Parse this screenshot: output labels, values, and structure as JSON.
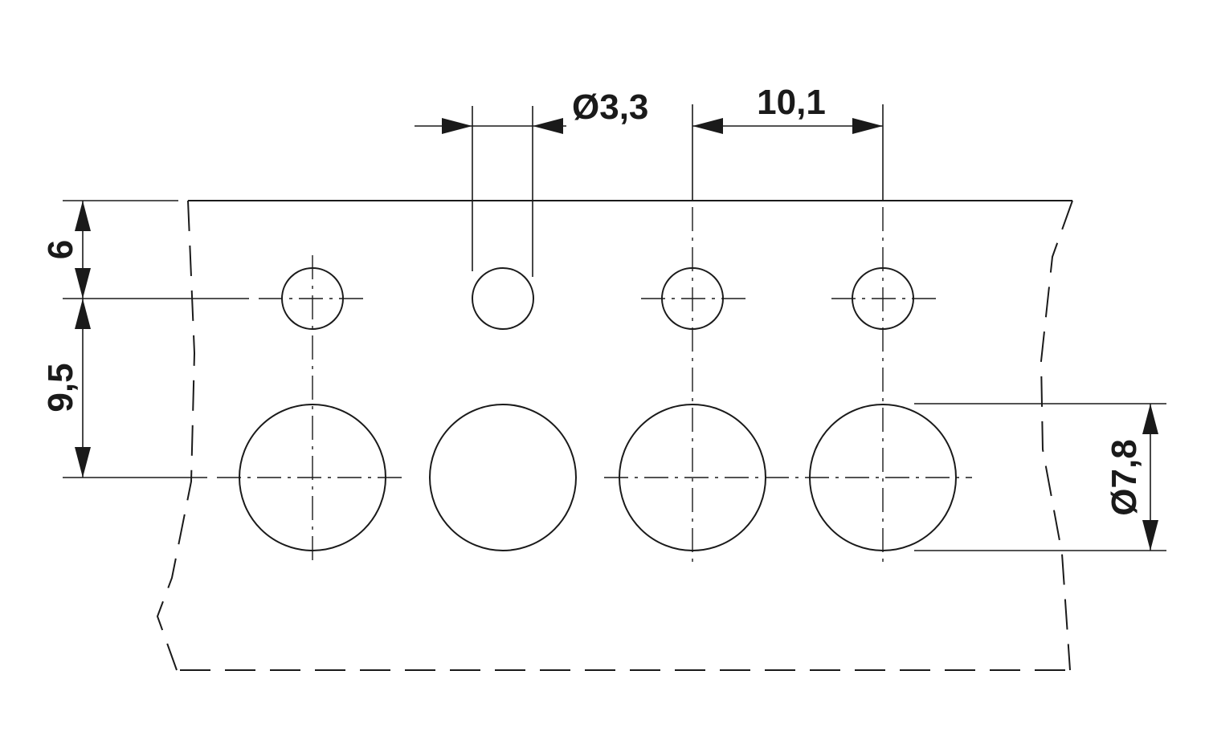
{
  "drawing": {
    "dimensions": {
      "small_hole_diameter": "Ø3,3",
      "pitch": "10,1",
      "top_offset": "6",
      "row_spacing": "9,5",
      "large_hole_diameter": "Ø7,8"
    }
  }
}
